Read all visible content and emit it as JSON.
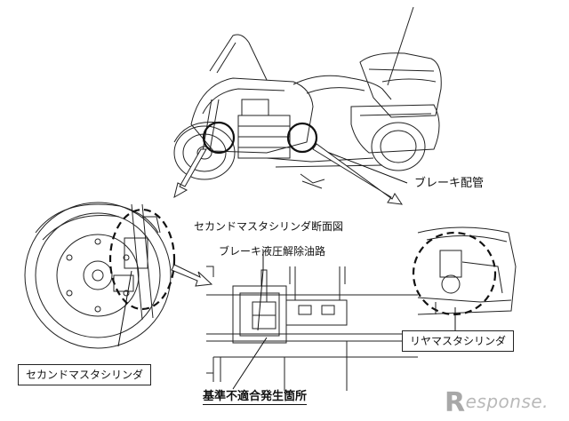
{
  "labels": {
    "brake_pipe": "ブレーキ配管",
    "section_view_title": "セカンドマスタシリンダ断面図",
    "relief_passage": "ブレーキ液圧解除油路",
    "rear_master_cylinder": "リヤマスタシリンダ",
    "second_master_cylinder": "セカンドマスタシリンダ",
    "nonconforming_location": "基準不適合発生箇所"
  },
  "watermark": {
    "logo_letter": "R",
    "text": "esponse."
  },
  "colors": {
    "line": "#222222",
    "watermark": "#b0b0b0"
  }
}
